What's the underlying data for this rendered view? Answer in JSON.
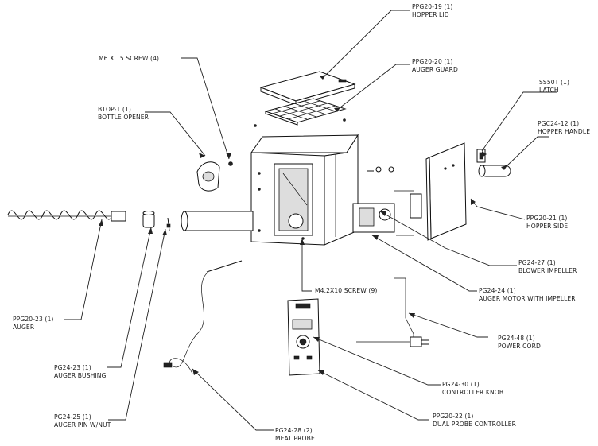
{
  "parts": [
    {
      "id": "hopper-lid",
      "code": "PPG20-19 (1)",
      "name": "HOPPER LID"
    },
    {
      "id": "auger-guard",
      "code": "PPG20-20 (1)",
      "name": "AUGER GUARD"
    },
    {
      "id": "m6-screw",
      "code": "M6 X 15 SCREW (4)",
      "name": ""
    },
    {
      "id": "latch",
      "code": "SS50T (1)",
      "name": "LATCH"
    },
    {
      "id": "bottle-opener",
      "code": "BTOP-1 (1)",
      "name": "BOTTLE OPENER"
    },
    {
      "id": "hopper-handle",
      "code": "PGC24-12 (1)",
      "name": "HOPPER HANDLE"
    },
    {
      "id": "hopper-side",
      "code": "PPG20-21 (1)",
      "name": "HOPPER SIDE"
    },
    {
      "id": "blower-impeller",
      "code": "PG24-27 (1)",
      "name": "BLOWER IMPELLER"
    },
    {
      "id": "m42-screw",
      "code": "M4.2X10 SCREW (9)",
      "name": ""
    },
    {
      "id": "auger-motor",
      "code": "PG24-24 (1)",
      "name": "AUGER MOTOR WITH IMPELLER"
    },
    {
      "id": "auger",
      "code": "PPG20-23 (1)",
      "name": "AUGER"
    },
    {
      "id": "power-cord",
      "code": "PG24-48 (1)",
      "name": "POWER CORD"
    },
    {
      "id": "auger-bushing",
      "code": "PG24-23 (1)",
      "name": "AUGER BUSHING"
    },
    {
      "id": "controller-knob",
      "code": "PG24-30 (1)",
      "name": "CONTROLLER KNOB"
    },
    {
      "id": "dual-probe-controller",
      "code": "PPG20-22 (1)",
      "name": "DUAL PROBE CONTROLLER"
    },
    {
      "id": "auger-pin",
      "code": "PG24-25 (1)",
      "name": "AUGER PIN W/NUT"
    },
    {
      "id": "meat-probe",
      "code": "PG24-28  (2)",
      "name": "MEAT PROBE"
    }
  ]
}
